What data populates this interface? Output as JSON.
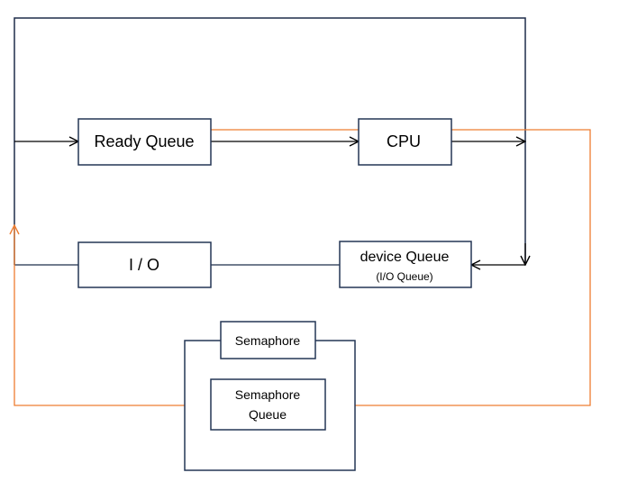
{
  "diagram": {
    "nodes": {
      "ready_queue": "Ready Queue",
      "cpu": "CPU",
      "io": "I / O",
      "device_queue": {
        "title": "device Queue",
        "subtitle": "(I/O Queue)"
      },
      "semaphore": "Semaphore",
      "semaphore_queue": {
        "line1": "Semaphore",
        "line2": "Queue"
      }
    },
    "colors": {
      "box_border": "#243655",
      "main_flow": "#1f2d4a",
      "semaphore_flow": "#ed7d31",
      "arrowhead": "#000000",
      "text": "#000000"
    }
  }
}
